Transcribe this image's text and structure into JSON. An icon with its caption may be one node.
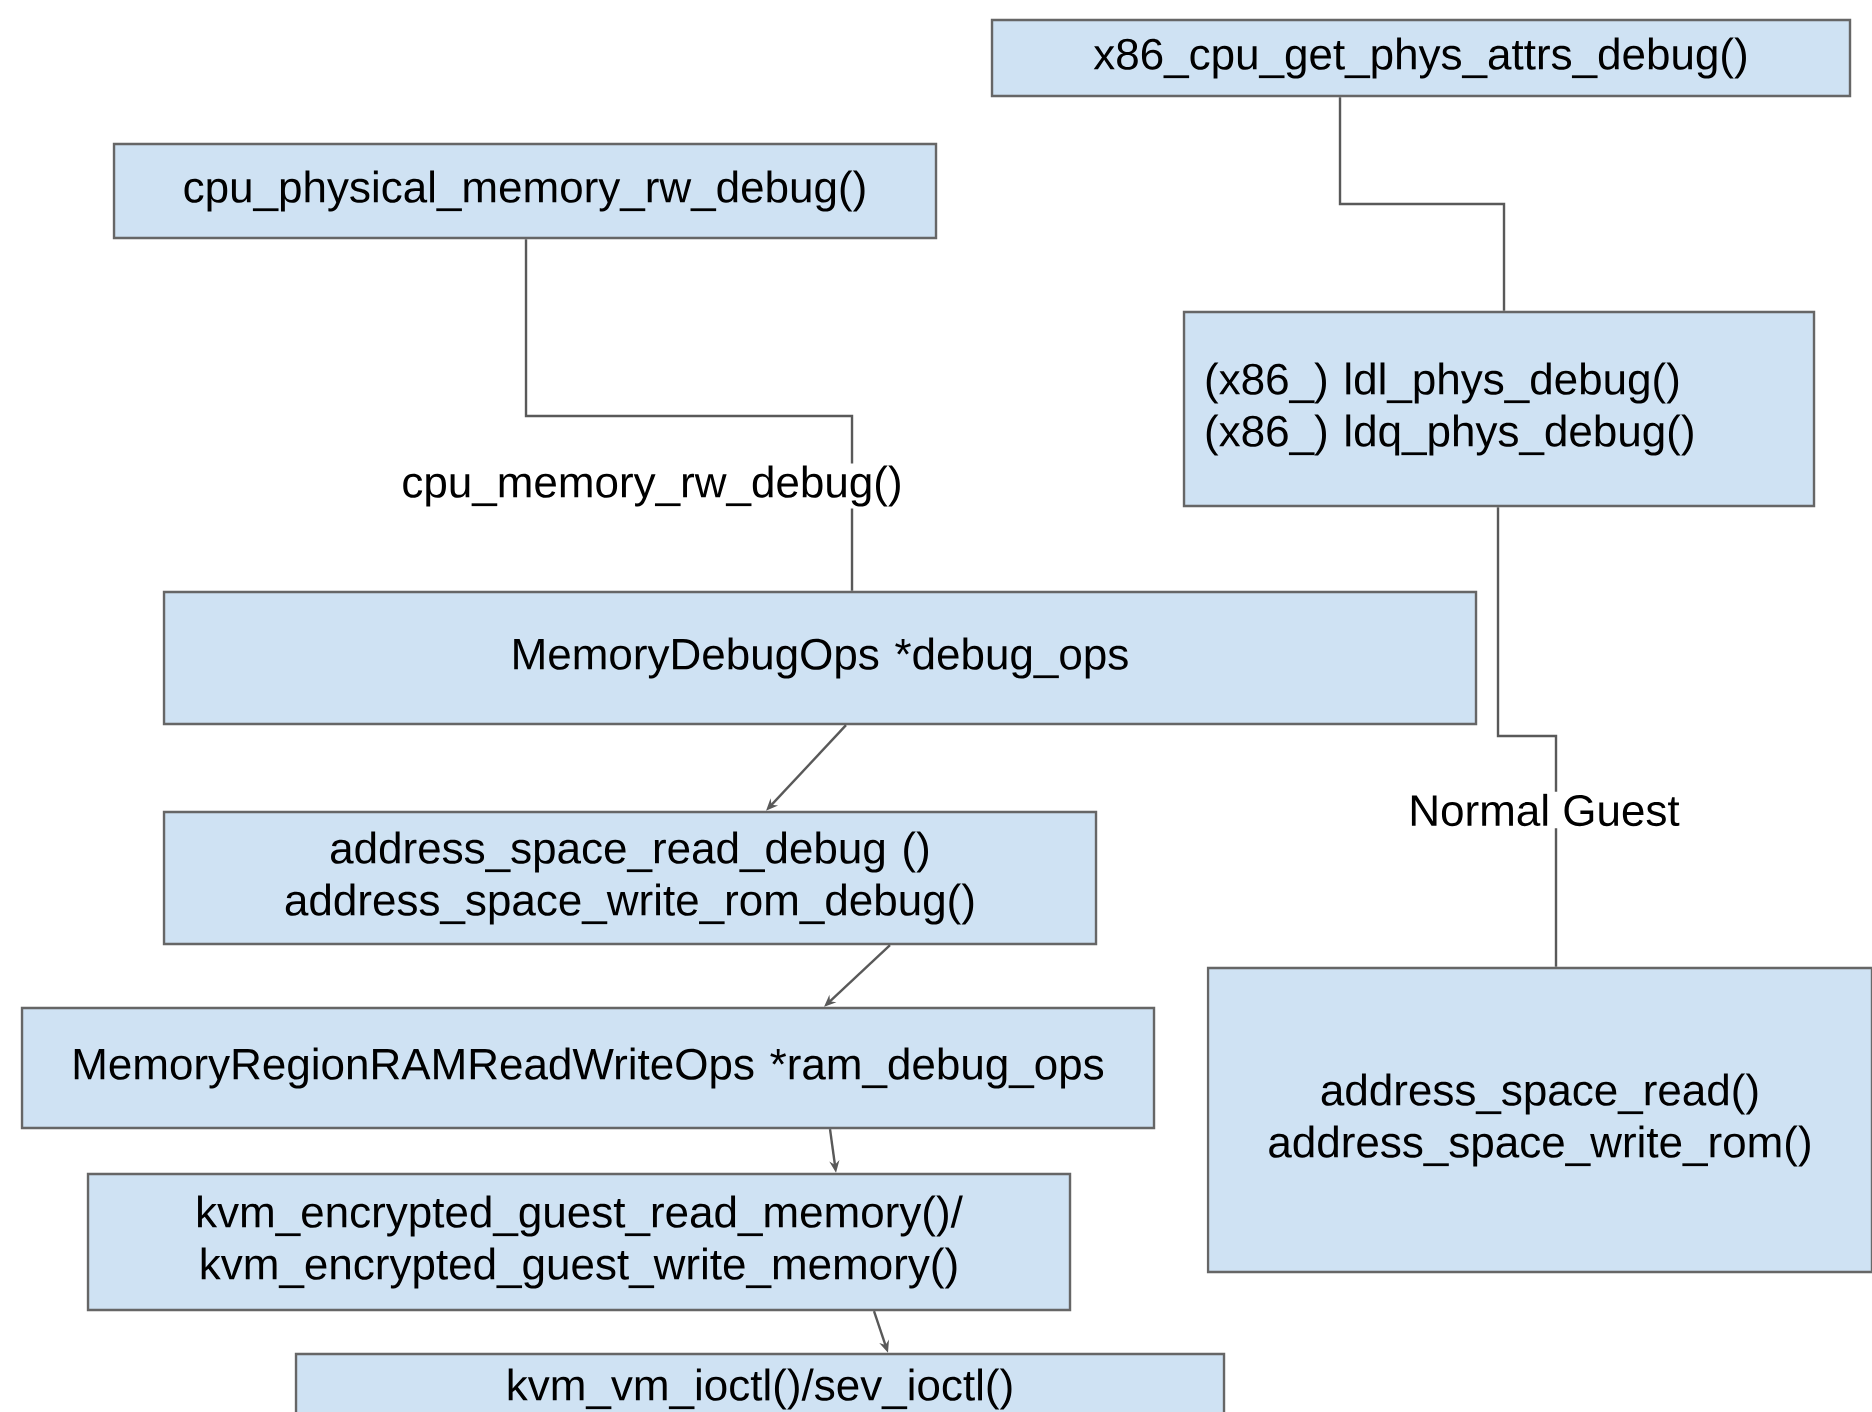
{
  "diagram": {
    "nodes": [
      {
        "text": [
          "x86_cpu_get_phys_attrs_debug()"
        ]
      },
      {
        "text": [
          "cpu_physical_memory_rw_debug()"
        ]
      },
      {
        "text": [
          "(x86_) ldl_phys_debug()",
          "(x86_) ldq_phys_debug()"
        ]
      },
      {
        "text": [
          "MemoryDebugOps *debug_ops"
        ]
      },
      {
        "text": [
          "address_space_read_debug ()",
          "address_space_write_rom_debug()"
        ]
      },
      {
        "text": [
          "MemoryRegionRAMReadWriteOps *ram_debug_ops"
        ]
      },
      {
        "text": [
          "kvm_encrypted_guest_read_memory()/ kvm_encrypted_guest_write_memory()"
        ]
      },
      {
        "text": [
          "kvm_vm_ioctl()/sev_ioctl()"
        ]
      },
      {
        "text": [
          "address_space_read()",
          "address_space_write_rom()"
        ]
      }
    ],
    "edges": [
      {
        "from": 1,
        "to": 3,
        "arrow": "none",
        "label": "cpu_memory_rw_debug()"
      },
      {
        "from": 0,
        "to": 2,
        "arrow": "none"
      },
      {
        "from": 2,
        "to": 8,
        "arrow": "none",
        "label": "Normal Guest"
      },
      {
        "from": 3,
        "to": 4,
        "arrow": "to"
      },
      {
        "from": 4,
        "to": 5,
        "arrow": "to"
      },
      {
        "from": 5,
        "to": 6,
        "arrow": "to"
      },
      {
        "from": 6,
        "to": 7,
        "arrow": "to"
      }
    ]
  }
}
